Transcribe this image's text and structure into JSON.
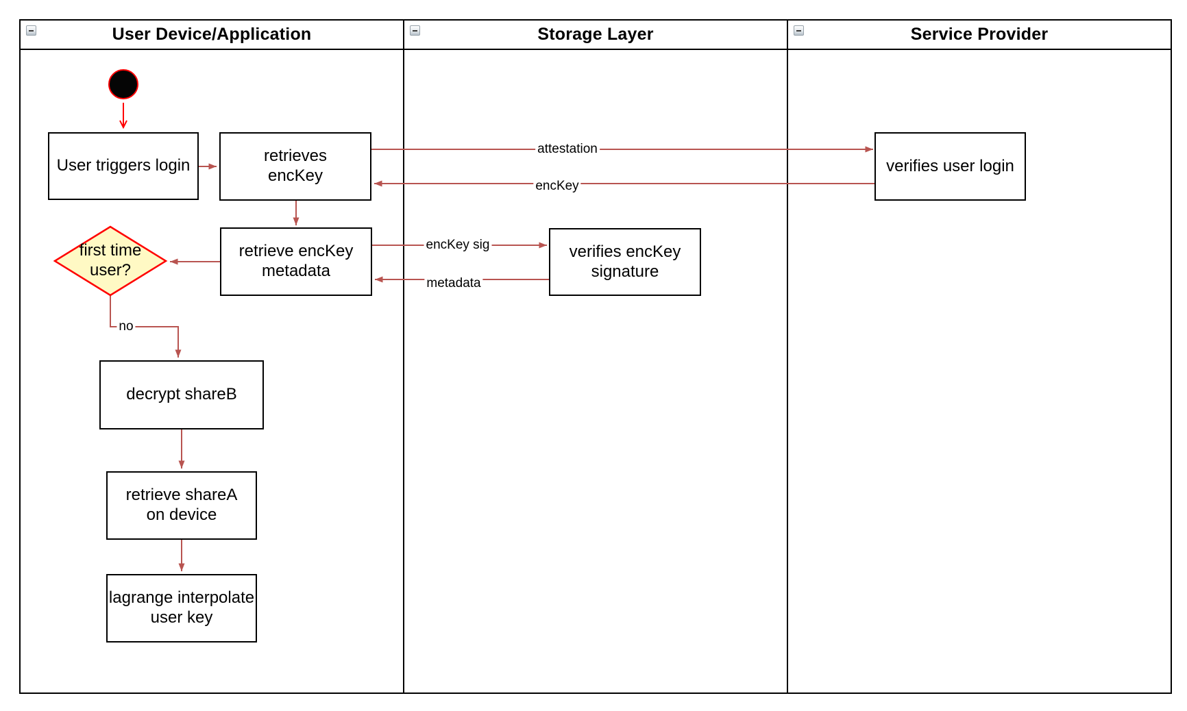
{
  "diagram": {
    "type": "swimlane-activity-diagram",
    "lanes": [
      {
        "title": "User Device/Application",
        "collapse_icon": "minus"
      },
      {
        "title": "Storage Layer",
        "collapse_icon": "minus"
      },
      {
        "title": "Service Provider",
        "collapse_icon": "minus"
      }
    ],
    "nodes": {
      "start": {
        "type": "initial-node",
        "label": ""
      },
      "user_triggers_login": {
        "label": "User triggers login",
        "lane": "User Device/Application"
      },
      "retrieves_enckey": {
        "label": "retrieves\nencKey",
        "lane": "User Device/Application"
      },
      "retrieve_enckey_metadata": {
        "label": "retrieve encKey\nmetadata",
        "lane": "User Device/Application"
      },
      "first_time_user": {
        "label": "first time\nuser?",
        "type": "decision",
        "lane": "User Device/Application"
      },
      "decrypt_shareb": {
        "label": "decrypt shareB",
        "lane": "User Device/Application"
      },
      "retrieve_sharea": {
        "label": "retrieve shareA\non device",
        "lane": "User Device/Application"
      },
      "lagrange_interpolate": {
        "label": "lagrange interpolate\nuser key",
        "lane": "User Device/Application"
      },
      "verifies_enckey_signature": {
        "label": "verifies encKey\nsignature",
        "lane": "Storage Layer"
      },
      "verifies_user_login": {
        "label": "verifies user login",
        "lane": "Service Provider"
      }
    },
    "edges": [
      {
        "from": "start",
        "to": "user_triggers_login",
        "label": ""
      },
      {
        "from": "user_triggers_login",
        "to": "retrieves_enckey",
        "label": ""
      },
      {
        "from": "retrieves_enckey",
        "to": "verifies_user_login",
        "label": "attestation"
      },
      {
        "from": "verifies_user_login",
        "to": "retrieves_enckey",
        "label": "encKey"
      },
      {
        "from": "retrieves_enckey",
        "to": "retrieve_enckey_metadata",
        "label": ""
      },
      {
        "from": "retrieve_enckey_metadata",
        "to": "first_time_user",
        "label": ""
      },
      {
        "from": "retrieve_enckey_metadata",
        "to": "verifies_enckey_signature",
        "label": "encKey sig"
      },
      {
        "from": "verifies_enckey_signature",
        "to": "retrieve_enckey_metadata",
        "label": "metadata"
      },
      {
        "from": "first_time_user",
        "to": "decrypt_shareb",
        "label": "no"
      },
      {
        "from": "decrypt_shareb",
        "to": "retrieve_sharea",
        "label": ""
      },
      {
        "from": "retrieve_sharea",
        "to": "lagrange_interpolate",
        "label": ""
      }
    ],
    "colors": {
      "flow_edge": "#B85450",
      "start_accent": "#FF0000",
      "decision_fill": "#FFF9C4",
      "decision_stroke": "#FF0000",
      "node_border": "#000000",
      "background": "#FFFFFF"
    }
  }
}
